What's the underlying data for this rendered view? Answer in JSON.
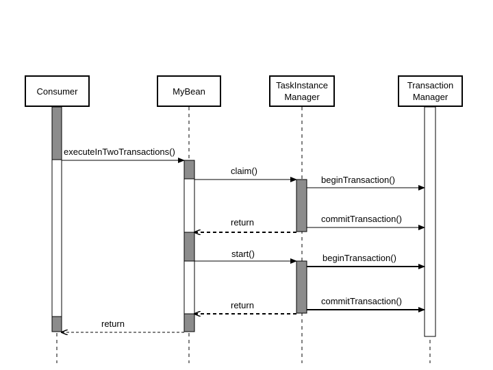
{
  "participants": {
    "consumer": "Consumer",
    "mybean": "MyBean",
    "taskinstance": "TaskInstance\nManager",
    "txmanager": "Transaction\nManager"
  },
  "messages": {
    "execute": "executeInTwoTransactions()",
    "claim": "claim()",
    "begin1": "beginTransaction()",
    "commit1": "commitTransaction()",
    "return1": "return",
    "start": "start()",
    "begin2": "beginTransaction()",
    "commit2": "commitTransaction()",
    "return2": "return",
    "return3": "return"
  },
  "colors": {
    "line": "#000000",
    "activation_active": "#8c8c8c",
    "activation_idle": "#ffffff"
  }
}
